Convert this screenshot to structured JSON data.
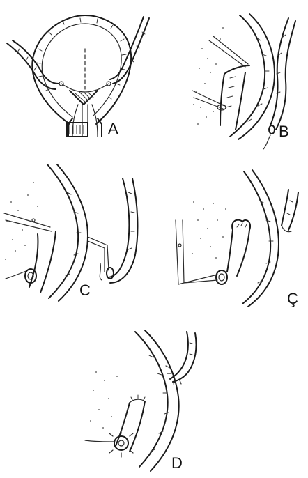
{
  "figure": {
    "panels": [
      {
        "id": "A",
        "label": "A"
      },
      {
        "id": "B",
        "label": "B"
      },
      {
        "id": "C",
        "label": "C"
      },
      {
        "id": "C-cedilla",
        "label": "Ç"
      },
      {
        "id": "D",
        "label": "D"
      }
    ],
    "colors": {
      "ink": "#1a1a1a",
      "background": "#ffffff"
    }
  }
}
